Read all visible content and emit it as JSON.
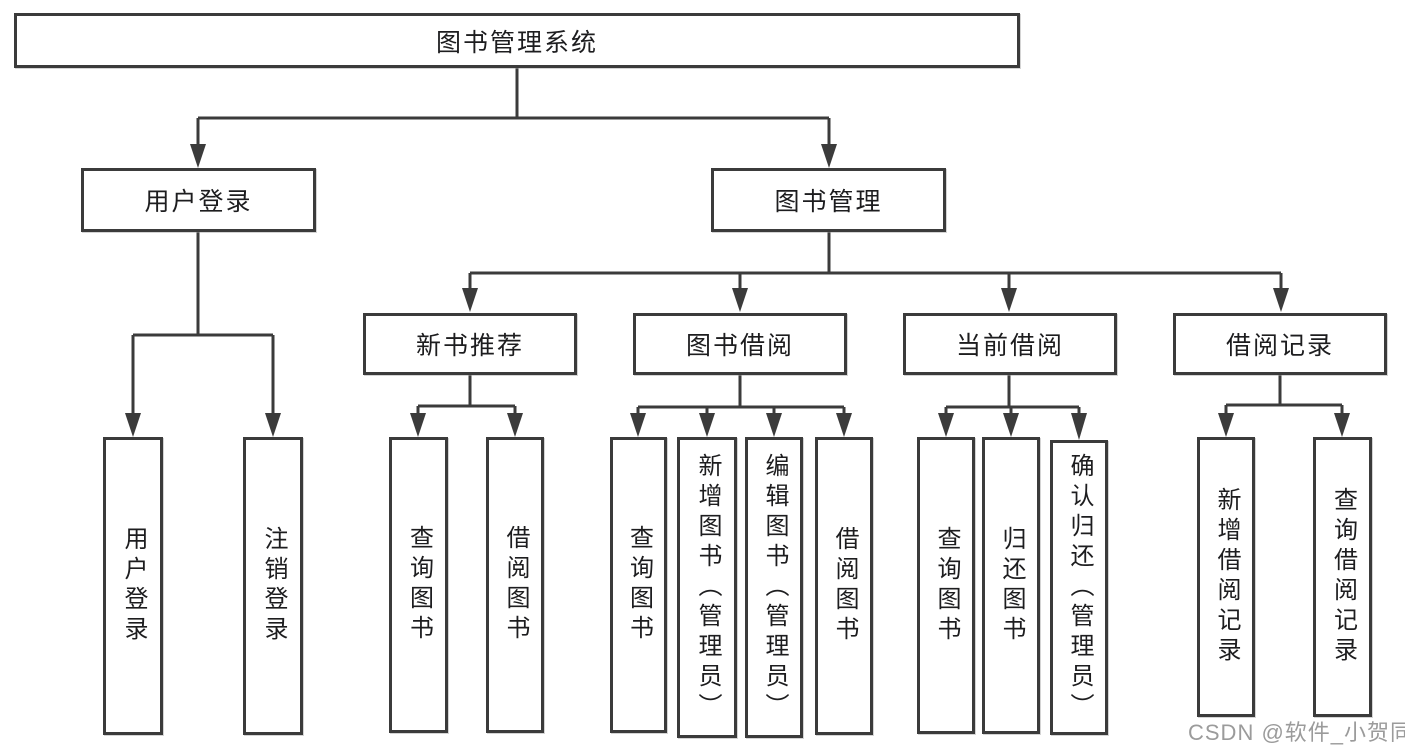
{
  "diagram": {
    "type": "hierarchy-tree",
    "colors": {
      "line": "#3b3b3b",
      "border": "#3b3b3b",
      "text": "#1d1d1f",
      "background": "#ffffff",
      "watermark": "#9b9b9b"
    },
    "nodes": {
      "root": "图书管理系统",
      "l2_user_login": "用户登录",
      "l2_book_mgmt": "图书管理",
      "l3_new_books": "新书推荐",
      "l3_book_borrow": "图书借阅",
      "l3_current_borrow": "当前借阅",
      "l3_borrow_records": "借阅记录",
      "leaf_user_login": "用户登录",
      "leaf_logout": "注销登录",
      "leaf_nb_query": "查询图书",
      "leaf_nb_borrow": "借阅图书",
      "leaf_bb_query": "查询图书",
      "leaf_bb_add": "新增图书（管理员）",
      "leaf_bb_edit": "编辑图书（管理员）",
      "leaf_bb_borrow": "借阅图书",
      "leaf_cb_query": "查询图书",
      "leaf_cb_return": "归还图书",
      "leaf_cb_confirm": "确认归还（管理员）",
      "leaf_br_add": "新增借阅记录",
      "leaf_br_query": "查询借阅记录"
    },
    "edges": [
      [
        "图书管理系统",
        "用户登录"
      ],
      [
        "图书管理系统",
        "图书管理"
      ],
      [
        "用户登录",
        "用户登录"
      ],
      [
        "用户登录",
        "注销登录"
      ],
      [
        "图书管理",
        "新书推荐"
      ],
      [
        "图书管理",
        "图书借阅"
      ],
      [
        "图书管理",
        "当前借阅"
      ],
      [
        "图书管理",
        "借阅记录"
      ],
      [
        "新书推荐",
        "查询图书"
      ],
      [
        "新书推荐",
        "借阅图书"
      ],
      [
        "图书借阅",
        "查询图书"
      ],
      [
        "图书借阅",
        "新增图书（管理员）"
      ],
      [
        "图书借阅",
        "编辑图书（管理员）"
      ],
      [
        "图书借阅",
        "借阅图书"
      ],
      [
        "当前借阅",
        "查询图书"
      ],
      [
        "当前借阅",
        "归还图书"
      ],
      [
        "当前借阅",
        "确认归还（管理员）"
      ],
      [
        "借阅记录",
        "新增借阅记录"
      ],
      [
        "借阅记录",
        "查询借阅记录"
      ]
    ],
    "watermark": "CSDN @软件_小贺同学"
  }
}
